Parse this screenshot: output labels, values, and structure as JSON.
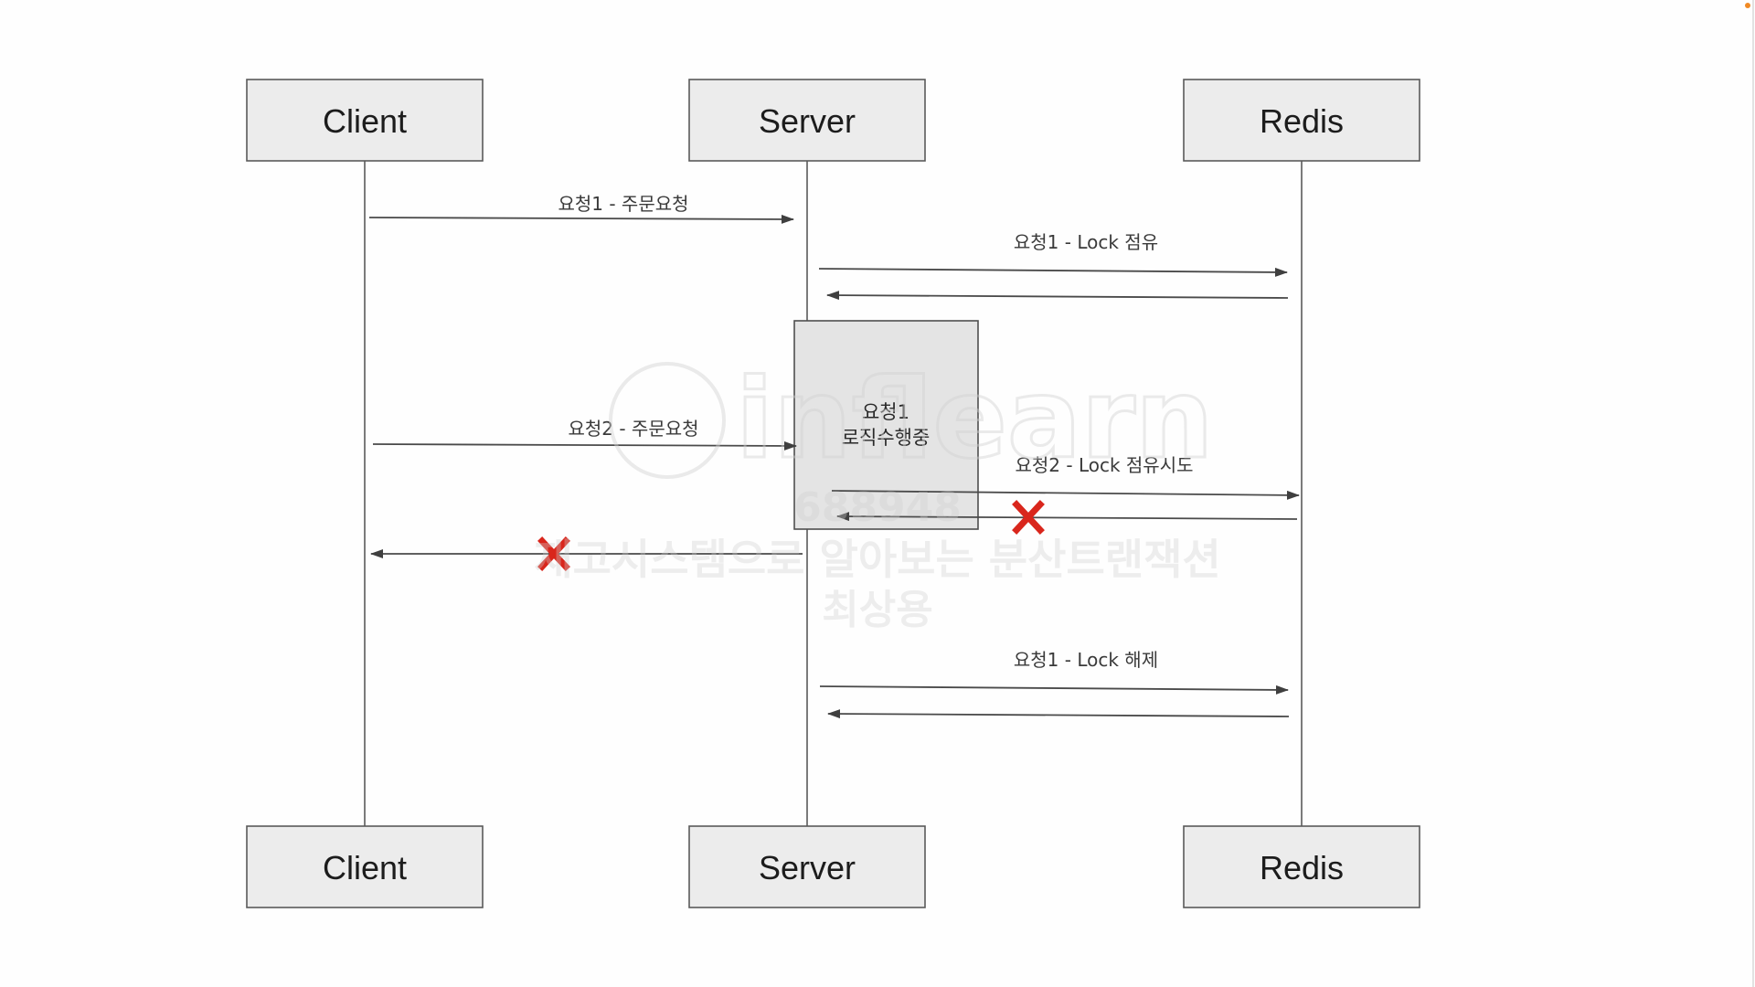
{
  "actors": [
    {
      "key": "client",
      "label": "Client"
    },
    {
      "key": "server",
      "label": "Server"
    },
    {
      "key": "redis",
      "label": "Redis"
    }
  ],
  "activation": {
    "line1": "요청1",
    "line2": "로직수행중"
  },
  "messages": [
    {
      "key": "req1-order",
      "label": "요청1 - 주문요청",
      "from": "client",
      "to": "server",
      "failed": false
    },
    {
      "key": "req1-lock",
      "label": "요청1 - Lock 점유",
      "from": "server",
      "to": "redis",
      "failed": false
    },
    {
      "key": "req1-lock-reply",
      "label": "",
      "from": "redis",
      "to": "server",
      "failed": false
    },
    {
      "key": "req2-order",
      "label": "요청2 - 주문요청",
      "from": "client",
      "to": "server",
      "failed": false
    },
    {
      "key": "req2-lock",
      "label": "요청2 - Lock 점유시도",
      "from": "server",
      "to": "redis",
      "failed": false
    },
    {
      "key": "req2-lock-reply",
      "label": "",
      "from": "redis",
      "to": "server",
      "failed": true
    },
    {
      "key": "req2-order-reply",
      "label": "",
      "from": "server",
      "to": "client",
      "failed": true
    },
    {
      "key": "req1-unlock",
      "label": "요청1 - Lock 해제",
      "from": "server",
      "to": "redis",
      "failed": false
    },
    {
      "key": "req1-unlock-reply",
      "label": "",
      "from": "redis",
      "to": "server",
      "failed": false
    }
  ],
  "watermark": {
    "brand": "inflearn",
    "code": "688948",
    "course": "재고시스템으로 알아보는 분산트랜잭션",
    "author": "최상용"
  },
  "colors": {
    "actor_fill": "#ececec",
    "line": "#4a4a4a",
    "fail": "#d9261c"
  }
}
